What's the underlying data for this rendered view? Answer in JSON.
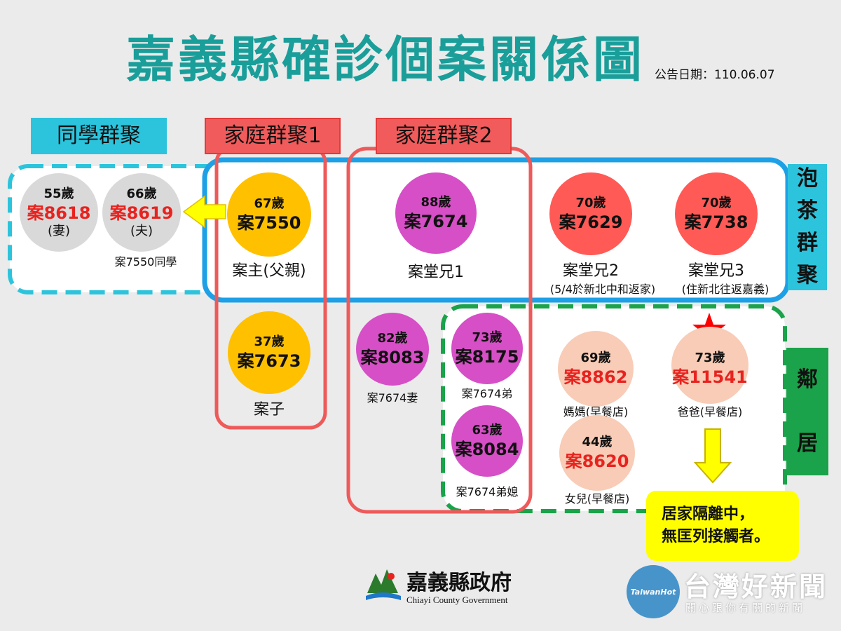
{
  "title": "嘉義縣確診個案關係圖",
  "announce_date": "公告日期：110.06.07",
  "clusters": {
    "classmates": "同學群聚",
    "family1": "家庭群聚1",
    "family2": "家庭群聚2",
    "tea_chars": [
      "泡",
      "茶",
      "群",
      "聚"
    ],
    "neighbor_chars": [
      "鄰",
      "居"
    ]
  },
  "cases": {
    "c8618": {
      "age": "55歲",
      "case": "案8618",
      "note": "(妻)"
    },
    "c8619": {
      "age": "66歲",
      "case": "案8619",
      "note": "(夫)",
      "caption": "案7550同學"
    },
    "c7550": {
      "age": "67歲",
      "case": "案7550",
      "caption": "案主(父親)"
    },
    "c7673": {
      "age": "37歲",
      "case": "案7673",
      "caption": "案子"
    },
    "c7674": {
      "age": "88歲",
      "case": "案7674",
      "caption": "案堂兄1"
    },
    "c7629": {
      "age": "70歲",
      "case": "案7629",
      "caption": "案堂兄2",
      "caption2": "(5/4於新北中和返家)"
    },
    "c7738": {
      "age": "70歲",
      "case": "案7738",
      "caption": "案堂兄3",
      "caption2": "(住新北往返嘉義)"
    },
    "c8083": {
      "age": "82歲",
      "case": "案8083",
      "caption": "案7674妻"
    },
    "c8175": {
      "age": "73歲",
      "case": "案8175",
      "caption": "案7674弟"
    },
    "c8084": {
      "age": "63歲",
      "case": "案8084",
      "caption": "案7674弟媳"
    },
    "c8862": {
      "age": "69歲",
      "case": "案8862",
      "caption": "媽媽(早餐店)"
    },
    "c11541": {
      "age": "73歲",
      "case": "案11541",
      "caption": "爸爸(早餐店)"
    },
    "c8620": {
      "age": "44歲",
      "case": "案8620",
      "caption": "女兒(早餐店)"
    }
  },
  "callout": {
    "line1": "居家隔離中，",
    "line2": "無匡列接觸者。"
  },
  "footer": {
    "gov_cn": "嘉義縣政府",
    "gov_en": "Chiayi County Government"
  },
  "watermark": {
    "brand": "台灣好新聞",
    "tagline": "關心跟你有關的新聞",
    "badge": "TaiwanHot"
  },
  "colors": {
    "title": "#1a9e9a",
    "cyan": "#2cc4dc",
    "red": "#e8231f",
    "green": "#1aa34a",
    "blue": "#1ea0e6"
  }
}
